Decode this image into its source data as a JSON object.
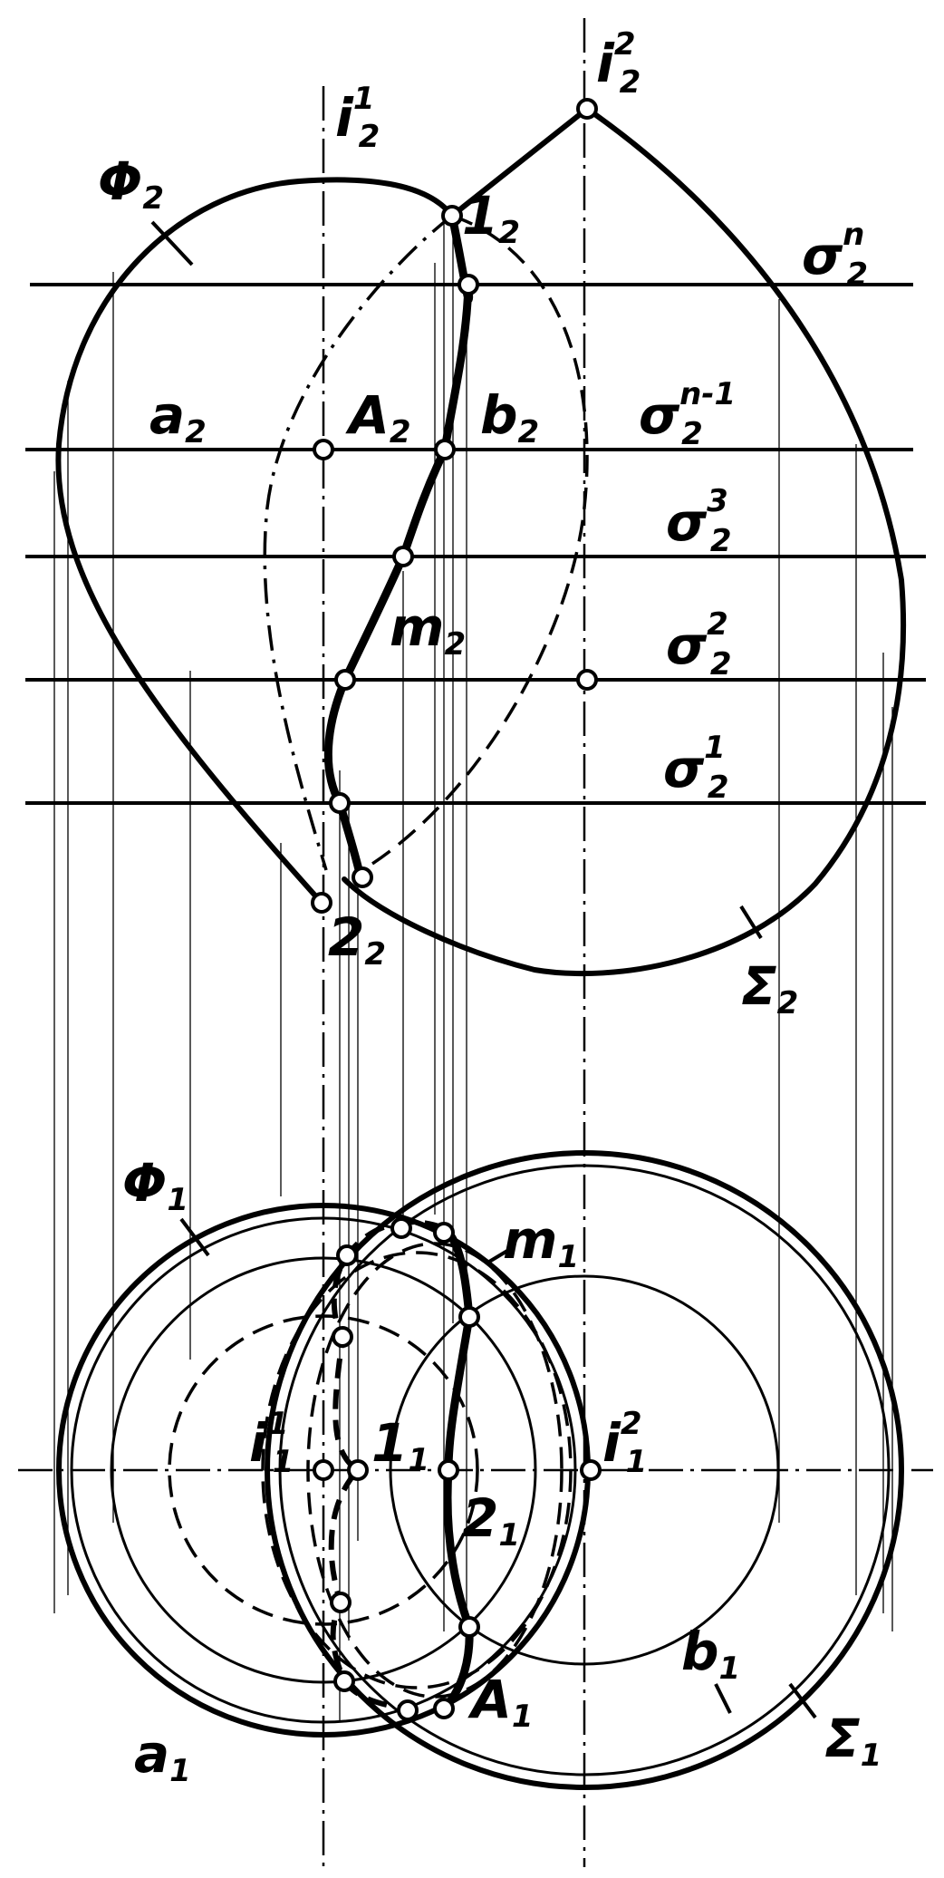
{
  "labels": {
    "i2_1": {
      "base": "i",
      "sub": "2",
      "sup": "1"
    },
    "i2_2": {
      "base": "i",
      "sub": "2",
      "sup": "2"
    },
    "phi2": {
      "base": "Φ",
      "sub": "2",
      "sup": ""
    },
    "p1_2": {
      "base": "1",
      "sub": "2",
      "sup": ""
    },
    "sigma_n": {
      "base": "σ",
      "sub": "2",
      "sup": "n"
    },
    "a2": {
      "base": "a",
      "sub": "2",
      "sup": ""
    },
    "A2": {
      "base": "A",
      "sub": "2",
      "sup": ""
    },
    "b2": {
      "base": "b",
      "sub": "2",
      "sup": ""
    },
    "sigma_n1": {
      "base": "σ",
      "sub": "2",
      "sup": "n-1"
    },
    "sigma_3": {
      "base": "σ",
      "sub": "2",
      "sup": "3"
    },
    "m2": {
      "base": "m",
      "sub": "2",
      "sup": ""
    },
    "sigma_2": {
      "base": "σ",
      "sub": "2",
      "sup": "2"
    },
    "sigma_1": {
      "base": "σ",
      "sub": "2",
      "sup": "1"
    },
    "p2_2": {
      "base": "2",
      "sub": "2",
      "sup": ""
    },
    "Sigma2": {
      "base": "Σ",
      "sub": "2",
      "sup": ""
    },
    "phi1": {
      "base": "Φ",
      "sub": "1",
      "sup": ""
    },
    "m1": {
      "base": "m",
      "sub": "1",
      "sup": ""
    },
    "i1_1": {
      "base": "i",
      "sub": "1",
      "sup": "1"
    },
    "p1_1": {
      "base": "1",
      "sub": "1",
      "sup": ""
    },
    "i1_2": {
      "base": "i",
      "sub": "1",
      "sup": "2"
    },
    "p2_1": {
      "base": "2",
      "sub": "1",
      "sup": ""
    },
    "b1": {
      "base": "b",
      "sub": "1",
      "sup": ""
    },
    "A1": {
      "base": "A",
      "sub": "1",
      "sup": ""
    },
    "a1": {
      "base": "a",
      "sub": "1",
      "sup": ""
    },
    "Sigma1": {
      "base": "Σ",
      "sub": "1",
      "sup": ""
    }
  }
}
